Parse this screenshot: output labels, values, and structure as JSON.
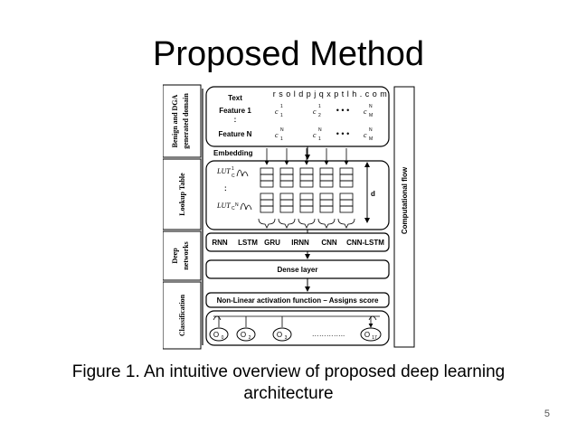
{
  "slide": {
    "title": "Proposed Method",
    "caption_line1": "Figure 1. An intuitive overview of proposed deep learning",
    "caption_line2": "architecture",
    "page_number": "5"
  },
  "diagram": {
    "side_labels": {
      "domain": [
        "Benign and DGA",
        "generated domain"
      ],
      "lookup": "Lookup Table",
      "deep": [
        "Deep",
        "networks"
      ],
      "classification": "Classification"
    },
    "flow_label": "Computational flow",
    "text_row": {
      "text_label": "Text",
      "domain_chars": "r s o l d p j q x p t l h . c o m",
      "feature1": "Feature 1",
      "featureN": "Feature N",
      "colon": ":",
      "dots": "• • •",
      "cells_row1": [
        "c",
        "c",
        "c"
      ],
      "cells_row1_sup": [
        "1",
        "1",
        "N"
      ],
      "cells_row1_sub": [
        "1",
        "2",
        "M"
      ],
      "cells_row2": [
        "c",
        "c",
        "c"
      ],
      "cells_row2_sup": [
        "N",
        "N",
        "N"
      ],
      "cells_row2_sub": [
        "1",
        "1",
        "M"
      ]
    },
    "embedding_label": "Embedding",
    "lookup": {
      "lut1": "LUT",
      "lut1_sub": "C",
      "lut1_sup": "1",
      "lutN": "LUT",
      "lutN_sub": "C",
      "lutN_sup": "N",
      "colon": ":",
      "d_label": "d"
    },
    "networks": [
      "RNN",
      "LSTM",
      "GRU",
      "IRNN",
      "CNN",
      "CNN-LSTM"
    ],
    "dense_label": "Dense layer",
    "activation_label": "Non-Linear activation function – Assigns score",
    "outputs": {
      "o0": "O",
      "o0_sub": "0",
      "o2": "O",
      "o2_sub": "2",
      "o3": "O",
      "o3_sub": "3",
      "dots": "…………..",
      "o17": "O",
      "o17_sub": "17"
    }
  }
}
